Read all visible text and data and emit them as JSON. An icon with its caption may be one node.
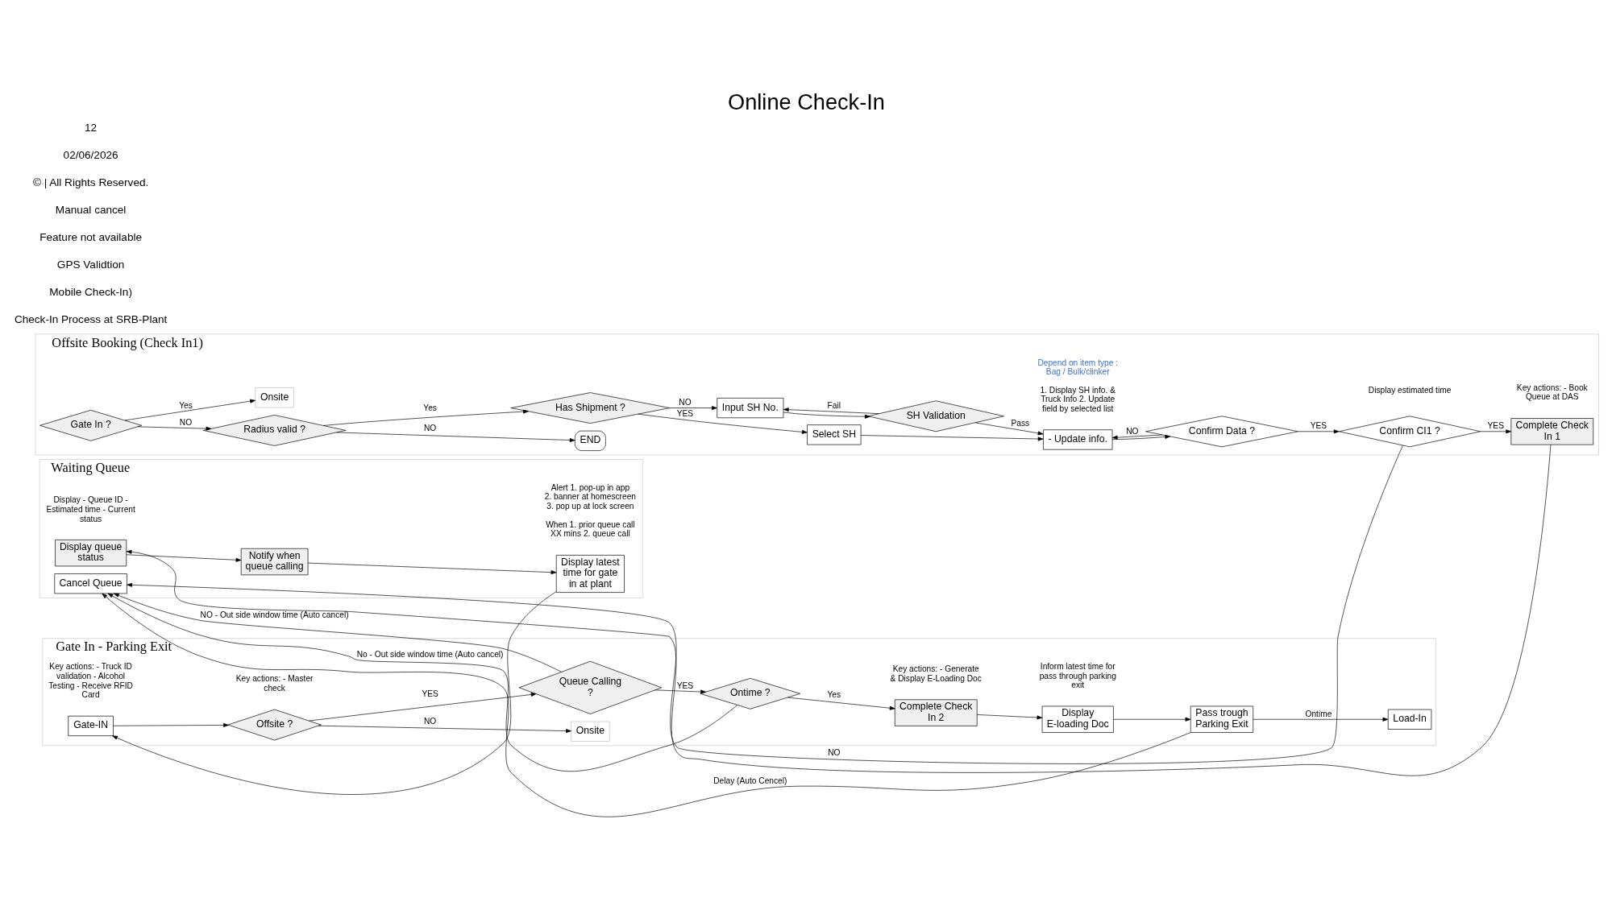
{
  "diagram": {
    "title": "Online Check-In",
    "nodes": [
      {
        "text": [
          "Offsite Booking (Check In1)"
        ]
      },
      {
        "text": [
          "Waiting Queue"
        ]
      },
      {
        "text": [
          "Gate In - Parking Exit"
        ]
      },
      {
        "text": [
          "Gate In ?"
        ],
        "in": 0
      },
      {
        "text": [
          "Radius valid ?"
        ],
        "in": 0
      },
      {
        "text": [
          "Onsite"
        ],
        "in": 0
      },
      {
        "text": [
          "END"
        ],
        "in": 0
      },
      {
        "text": [
          "Has Shipment ?"
        ],
        "in": 0
      },
      {
        "text": [
          "Select SH"
        ],
        "in": 0
      },
      {
        "text": [
          "Input SH No."
        ],
        "in": 0
      },
      {
        "text": [
          "SH Validation"
        ],
        "in": 0
      },
      {
        "text": [
          "- Update info."
        ],
        "in": 0,
        "beside": [
          "Depend on item type : Bag / Bulk/clinker",
          "1. Display SH info. & Truck Info 2. Update field by selected list"
        ]
      },
      {
        "text": [
          "Confirm Data ?"
        ],
        "in": 0
      },
      {
        "text": [
          "Confirm CI1 ?"
        ],
        "in": 0,
        "beside": [
          "Display estimated time"
        ]
      },
      {
        "text": [
          "Complete Check In 1"
        ],
        "in": 0,
        "beside": [
          "Key actions: - Book Queue at DAS"
        ]
      },
      {
        "text": [
          "Display queue status"
        ],
        "in": 1,
        "beside": [
          "Display - Queue ID - Estimated time - Current status"
        ]
      },
      {
        "text": [
          "Notify when queue calling"
        ],
        "in": 1
      },
      {
        "text": [
          "Display latest time for gate in at plant"
        ],
        "in": 1,
        "beside": [
          "Alert 1. pop-up in app 2. banner at homescreen 3. pop up at lock screen",
          "When 1. prior queue call XX mins 2. queue call"
        ]
      },
      {
        "text": [
          "Cancel Queue"
        ],
        "in": 1
      },
      {
        "text": [
          "Gate-IN"
        ],
        "in": 2,
        "beside": [
          "Key actions: - Truck ID validation - Alcohol Testing - Receive RFID Card"
        ]
      },
      {
        "text": [
          "Offsite ?"
        ],
        "in": 2,
        "beside": [
          "Key actions: - Master check"
        ]
      },
      {
        "text": [
          "Onsite"
        ],
        "in": 2
      },
      {
        "text": [
          "Queue Calling ?"
        ],
        "in": 2
      },
      {
        "text": [
          "Ontime ?"
        ],
        "in": 2
      },
      {
        "text": [
          "Complete Check In 2"
        ],
        "in": 2,
        "beside": [
          "Key actions: - Generate & Display E-Loading Doc"
        ]
      },
      {
        "text": [
          "Display E-loading Doc"
        ],
        "in": 2,
        "beside": [
          "Inform latest time for pass through parking exit"
        ]
      },
      {
        "text": [
          "Pass trough Parking Exit"
        ],
        "in": 2
      },
      {
        "text": [
          "Load-In"
        ],
        "in": 2
      }
    ],
    "edges": [
      {
        "from": 3,
        "to": 4,
        "arrow": "to",
        "label": "NO"
      },
      {
        "from": 3,
        "to": 5,
        "arrow": "to",
        "label": "Yes"
      },
      {
        "from": 4,
        "to": 6,
        "arrow": "to",
        "label": "NO"
      },
      {
        "from": 4,
        "to": 7,
        "arrow": "to",
        "label": "Yes"
      },
      {
        "from": 7,
        "to": 8,
        "arrow": "to",
        "label": "YES"
      },
      {
        "from": 7,
        "to": 9,
        "arrow": "to",
        "label": "NO"
      },
      {
        "from": 8,
        "to": 11,
        "arrow": "to"
      },
      {
        "from": 9,
        "to": 10,
        "arrow": "to"
      },
      {
        "from": 10,
        "to": 11,
        "arrow": "to",
        "label": "Pass"
      },
      {
        "from": 10,
        "to": 9,
        "arrow": "to",
        "label": "Fail"
      },
      {
        "from": 11,
        "to": 12,
        "arrow": "to"
      },
      {
        "from": 12,
        "to": 11,
        "arrow": "to",
        "label": "NO"
      },
      {
        "from": 12,
        "to": 13,
        "arrow": "to",
        "label": "YES"
      },
      {
        "from": 13,
        "to": 14,
        "arrow": "to",
        "label": "YES"
      },
      {
        "from": 13,
        "to": 18,
        "arrow": "to",
        "label": "NO"
      },
      {
        "from": 14,
        "to": 15,
        "arrow": "to"
      },
      {
        "from": 15,
        "to": 16,
        "arrow": "to"
      },
      {
        "from": 16,
        "to": 17,
        "arrow": "to"
      },
      {
        "from": 17,
        "to": 19,
        "arrow": "to"
      },
      {
        "from": 19,
        "to": 20,
        "arrow": "to"
      },
      {
        "from": 20,
        "to": 21,
        "arrow": "to",
        "label": "NO"
      },
      {
        "from": 20,
        "to": 22,
        "arrow": "to",
        "label": "YES"
      },
      {
        "from": 22,
        "to": 23,
        "arrow": "to",
        "label": "YES"
      },
      {
        "from": 23,
        "to": 24,
        "arrow": "to",
        "label": "Yes"
      },
      {
        "from": 24,
        "to": 25,
        "arrow": "to"
      },
      {
        "from": 25,
        "to": 26,
        "arrow": "to"
      },
      {
        "from": 26,
        "to": 27,
        "arrow": "to",
        "label": "Ontime"
      },
      {
        "from": 26,
        "to": 18,
        "arrow": "to",
        "label": "Delay (Auto Cencel)"
      },
      {
        "from": 23,
        "to": 18,
        "arrow": "to",
        "label": "No - Out side window time (Auto cancel)"
      },
      {
        "from": 22,
        "to": 18,
        "arrow": "to",
        "label": "NO - Out side window time (Auto cancel)"
      }
    ],
    "labels": [
      "Check-In Process at SRB-Plant",
      "Mobile Check-In)",
      "GPS Validtion",
      "Feature not available",
      "Manual cancel",
      "© | All Rights Reserved.",
      "02/06/2026",
      "12"
    ]
  }
}
